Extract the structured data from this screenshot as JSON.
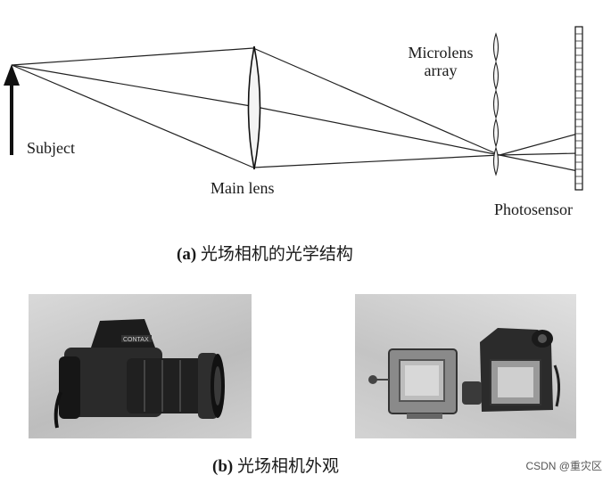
{
  "diagram": {
    "labels": {
      "subject": "Subject",
      "main_lens": "Main lens",
      "microlens_line1": "Microlens",
      "microlens_line2": "array",
      "photosensor": "Photosensor"
    }
  },
  "captions": {
    "a_marker": "(a)",
    "a_text": "光场相机的光学结构",
    "b_marker": "(b)",
    "b_text": "光场相机外观"
  },
  "camera_logo": "CONTAX",
  "watermark": "CSDN @重灾区"
}
